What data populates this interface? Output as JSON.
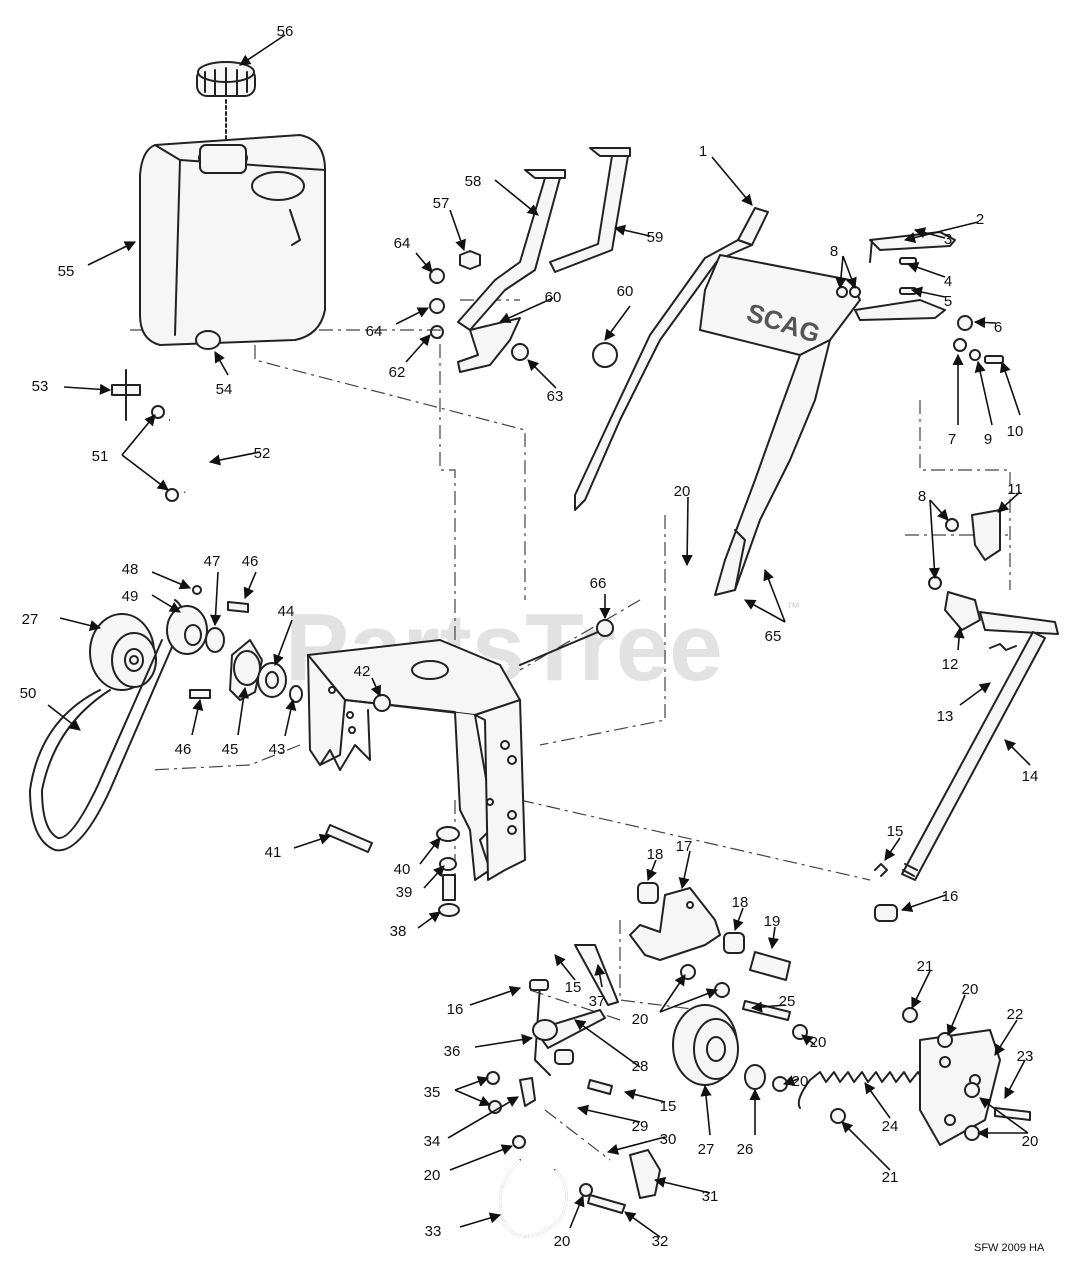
{
  "watermark": "PartsTree",
  "watermark_mark": "™",
  "diagram_code": "SFW 2009 HA",
  "handle_brand": "SCAG",
  "callouts": [
    "1",
    "2",
    "3",
    "4",
    "5",
    "6",
    "7",
    "8",
    "9",
    "10",
    "11",
    "12",
    "13",
    "14",
    "15",
    "16",
    "17",
    "18",
    "19",
    "20",
    "21",
    "22",
    "23",
    "24",
    "25",
    "26",
    "27",
    "28",
    "29",
    "30",
    "31",
    "32",
    "33",
    "34",
    "35",
    "36",
    "37",
    "38",
    "39",
    "40",
    "41",
    "42",
    "43",
    "44",
    "45",
    "46",
    "47",
    "48",
    "49",
    "50",
    "51",
    "52",
    "53",
    "54",
    "55",
    "56",
    "57",
    "58",
    "59",
    "60",
    "62",
    "63",
    "64",
    "65",
    "66"
  ]
}
